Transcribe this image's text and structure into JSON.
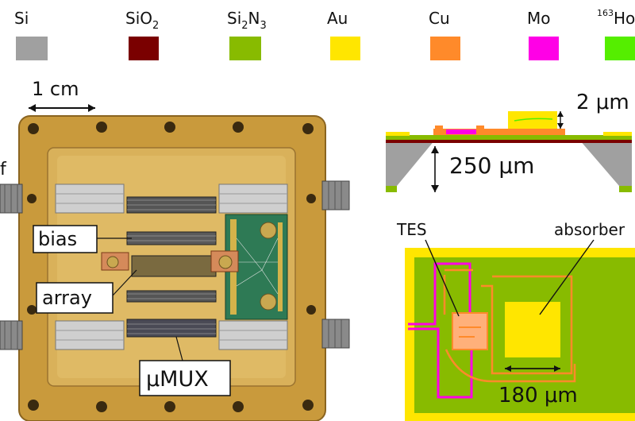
{
  "legend": [
    {
      "id": "si",
      "label": "Si",
      "sub": "",
      "sup": "",
      "color": "#a0a0a0"
    },
    {
      "id": "sio2",
      "label": "SiO",
      "sub": "2",
      "sup": "",
      "color": "#7a0000"
    },
    {
      "id": "si2n3",
      "label": "Si",
      "sub": "2",
      "sup": "",
      "label2": "N",
      "sub2": "3",
      "color": "#88bb00"
    },
    {
      "id": "au",
      "label": "Au",
      "sub": "",
      "sup": "",
      "color": "#ffe600"
    },
    {
      "id": "cu",
      "label": "Cu",
      "sub": "",
      "sup": "",
      "color": "#ff8a2a"
    },
    {
      "id": "mo",
      "label": "Mo",
      "sub": "",
      "sup": "",
      "color": "#ff00e6"
    },
    {
      "id": "ho",
      "label": "Ho",
      "sub": "",
      "sup": "163",
      "color": "#55ee00"
    }
  ],
  "photo": {
    "scale_label": "1 cm",
    "left_edge_letter": "f",
    "callouts": {
      "bias": "bias",
      "array": "array",
      "mumux": "μMUX"
    }
  },
  "cross_section": {
    "thickness_label": "2 μm",
    "depth_label": "250 μm"
  },
  "top_view": {
    "tes_label": "TES",
    "absorber_label": "absorber",
    "width_label": "180 μm"
  },
  "colors": {
    "gold_frame": "#c99a3c",
    "gold_inner": "#d9b15a",
    "pcb_green": "#2e7a55"
  }
}
